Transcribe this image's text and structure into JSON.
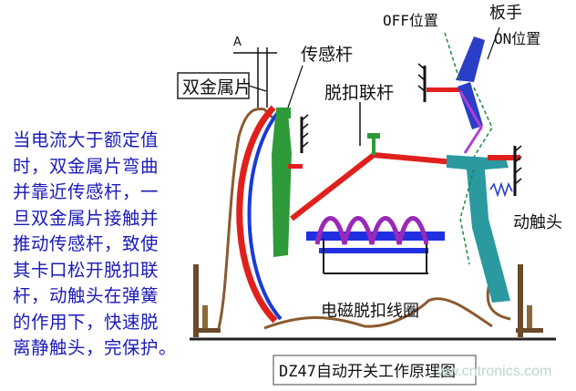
{
  "diagram": {
    "title": "DZ47自动开关工作原理图",
    "labels": {
      "gap": "A",
      "bimetal": "双金属片",
      "sensor_rod": "传感杆",
      "off_position": "OFF位置",
      "handle": "板手",
      "on_position": "ON位置",
      "trip_link": "脱扣联杆",
      "moving_contact": "动触头",
      "coil": "电磁脱扣线圈"
    },
    "watermark": "ww.cntronics.com",
    "description_lines": [
      "当电流大于额定值",
      "时，双金属片弯曲",
      "并靠近传感杆，一",
      "旦双金属片接触并",
      "推动传感杆，致使",
      "其卡口松开脱扣联",
      "杆，动触头在弹簧",
      "的作用下，快速脱",
      "离静触头，完保护。"
    ],
    "colors": {
      "description_text": "#1a1ab8",
      "trip_link": "#e0201c",
      "sensor": "#2e9a3a",
      "bimetal_inner": "#1a3ad8",
      "frame": "#8a5a2e",
      "coil": "#9a28b8",
      "coil_base": "#2030e0",
      "handle": "#2a3ec8",
      "moving_contact": "#2a9aa0"
    }
  }
}
